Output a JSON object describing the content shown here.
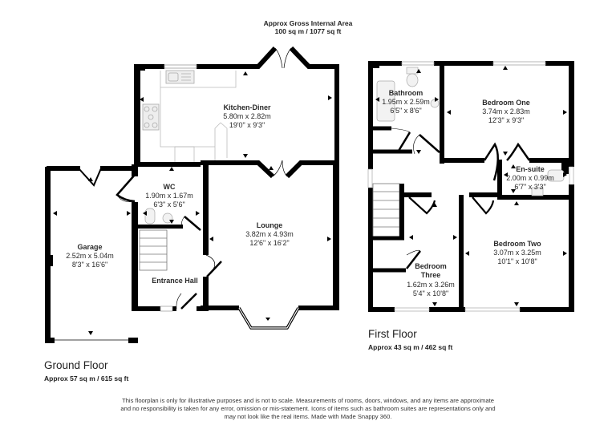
{
  "header": {
    "gia_title": "Approx Gross Internal Area",
    "gia_value": "100 sq m / 1077 sq ft"
  },
  "ground_floor": {
    "title": "Ground Floor",
    "area": "Approx 57 sq m / 615 sq ft",
    "rooms": [
      {
        "name": "Kitchen-Diner",
        "metric": "5.80m x 2.82m",
        "imperial": "19'0\" x 9'3\""
      },
      {
        "name": "WC",
        "metric": "1.90m x 1.67m",
        "imperial": "6'3\" x 5'6\""
      },
      {
        "name": "Garage",
        "metric": "2.52m x 5.04m",
        "imperial": "8'3\" x 16'6\""
      },
      {
        "name": "Lounge",
        "metric": "3.82m x 4.93m",
        "imperial": "12'6\" x 16'2\""
      },
      {
        "name": "Entrance Hall",
        "metric": "",
        "imperial": ""
      }
    ]
  },
  "first_floor": {
    "title": "First Floor",
    "area": "Approx 43 sq m / 462 sq ft",
    "rooms": [
      {
        "name": "Bathroom",
        "metric": "1.95m x 2.59m",
        "imperial": "6'5\" x 8'6\""
      },
      {
        "name": "Bedroom One",
        "metric": "3.74m x 2.83m",
        "imperial": "12'3\" x 9'3\""
      },
      {
        "name": "En-suite",
        "metric": "2.00m x 0.99m",
        "imperial": "6'7\" x 3'3\""
      },
      {
        "name": "Bedroom Two",
        "metric": "3.07m x 3.25m",
        "imperial": "10'1\" x 10'8\""
      },
      {
        "name": "Bedroom",
        "name_line2": "Three",
        "metric": "1.62m x 3.26m",
        "imperial": "5'4\" x 10'8\""
      }
    ]
  },
  "disclaimer": {
    "line1": "This floorplan is only for illustrative purposes and is not to scale. Measurements of rooms, doors, windows, and any items are approximate",
    "line2": "and no responsibility is taken for any error, omission or mis-statement. Icons of items such as bathroom suites are representations only and",
    "line3": "may not look like the real items. Made with Made Snappy 360."
  },
  "colors": {
    "wall": "#000000",
    "fixture": "#b8b8b8",
    "text": "#222222"
  }
}
